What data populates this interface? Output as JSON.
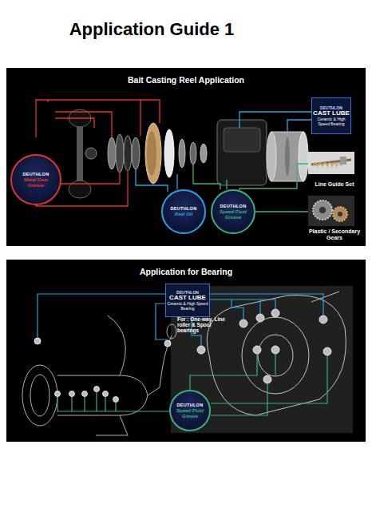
{
  "diagram": {
    "title": "Application Guide 1",
    "nodes": [
      {
        "text": [
          "Bait Casting Reel Application"
        ]
      },
      {
        "text": [
          "DEUTHLON",
          "Metal Gear Grease"
        ],
        "in": 0
      },
      {
        "text": [
          "DEUTHLON",
          "CAST LUBE",
          "Ceramic & High Speed Bearing"
        ],
        "in": 0
      },
      {
        "text": [
          "Line Guide Set"
        ],
        "in": 0
      },
      {
        "text": [
          "DEUTHLON",
          "Reel Oil"
        ],
        "in": 0
      },
      {
        "text": [
          "DEUTHLON",
          "Speed Fluid Grease"
        ],
        "in": 0
      },
      {
        "text": [
          "Plastic / Secondary Gears"
        ],
        "in": 0
      },
      {
        "text": [
          "Application for Bearing"
        ]
      },
      {
        "text": [
          "DEUTHLON",
          "CAST LUBE",
          "Ceramic & High Speed Bearing"
        ],
        "in": 7
      },
      {
        "text": [
          "DEUTHLON",
          "Speed Fluid Grease"
        ],
        "in": 7
      }
    ],
    "labels": [
      "For : One-way, Line roller & Spool bearings"
    ]
  }
}
